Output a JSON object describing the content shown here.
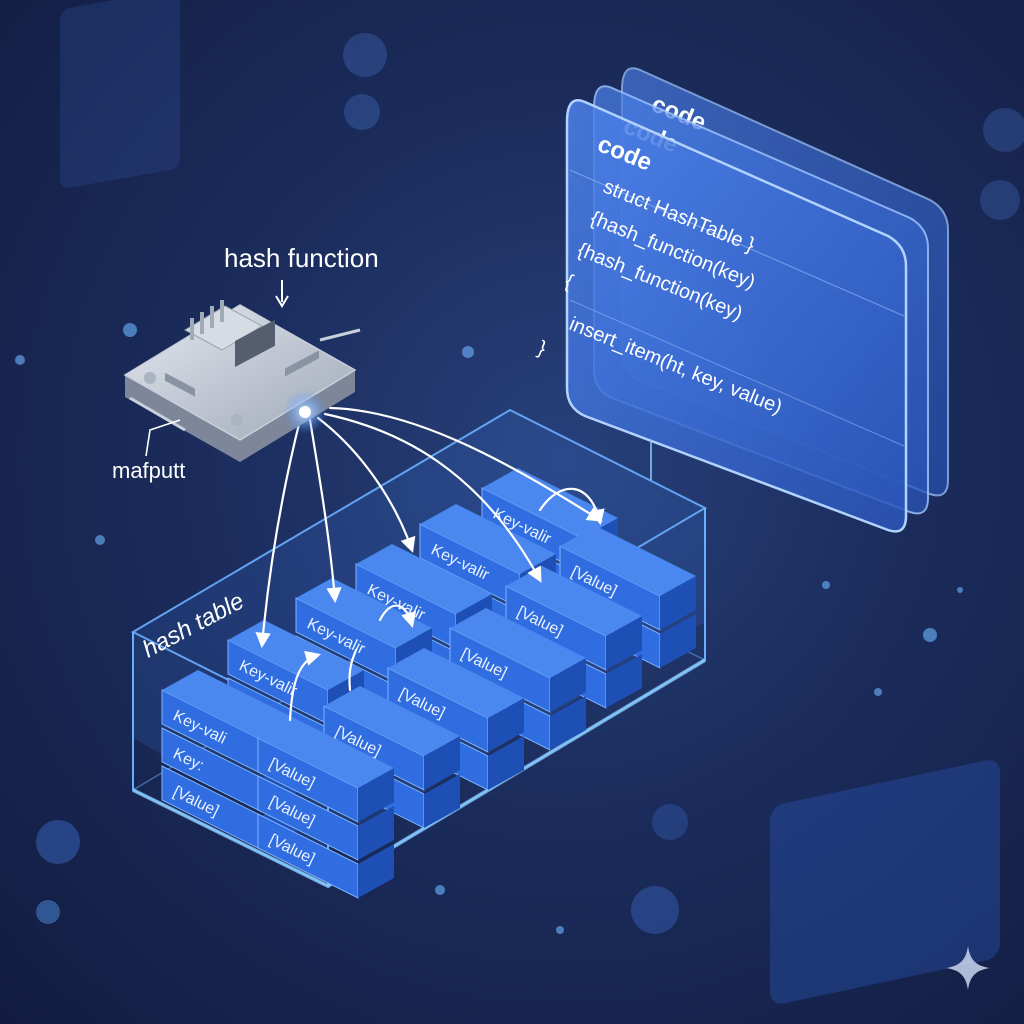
{
  "labels": {
    "hash_function": "hash function",
    "component": "mafputt",
    "table": "hash table"
  },
  "code_panel": {
    "title": "code",
    "back_titles": [
      "code",
      "code"
    ],
    "lines": [
      "struct HashTable }",
      "{hash_function(key)",
      "{hash_function(key)",
      "{",
      "insert_item(ht, key, value)",
      "}"
    ]
  },
  "cells": {
    "key_value": "Key-valir",
    "key_value_short": "Key-vali",
    "key": "Key:",
    "value": "[Value]"
  },
  "colors": {
    "background": "#1b2c5c",
    "accent": "#4f8dff",
    "cell_top": "#2f6de0",
    "cell_side": "#1d4fb5",
    "panel": "#3a6fd8"
  },
  "icons": [
    "sparkle-icon",
    "chip-icon",
    "arrow-down-icon"
  ]
}
